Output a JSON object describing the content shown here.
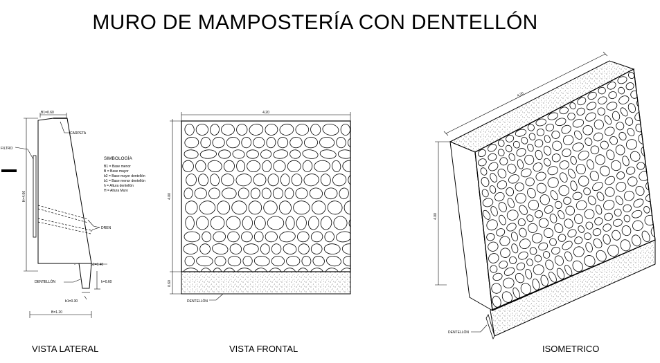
{
  "title": "MURO DE MAMPOSTERÍA CON DENTELLÓN",
  "lateral": {
    "caption": "VISTA LATERAL",
    "top_dim": "B1=0.60",
    "carpeta": "CARPETA",
    "filtro": "FILTRO",
    "height": "H=4.00",
    "dren": "DREN",
    "dim_b2": "b2=0.40",
    "dentellon": "DENTELLÓN",
    "dim_h": "h=0.60",
    "dim_b1": "b1=0.30",
    "base": "B=1.20"
  },
  "simbologia": {
    "title": "SIMBOLOGÍA",
    "items": [
      "B1 = Base menor",
      "B = Base mayor",
      "b2 = Base mayor dentellón",
      "b1 = Base menor dentellón",
      "h = Altura dentellón",
      "H = Altura Muro"
    ]
  },
  "frontal": {
    "caption": "VISTA FRONTAL",
    "width": "4.20",
    "height": "4.00",
    "dent_height": "0.60",
    "dentellon": "DENTELLÓN"
  },
  "iso": {
    "caption": "ISOMETRICO",
    "width": "4.20",
    "height": "4.00",
    "dentellon": "DENTELLÓN"
  }
}
